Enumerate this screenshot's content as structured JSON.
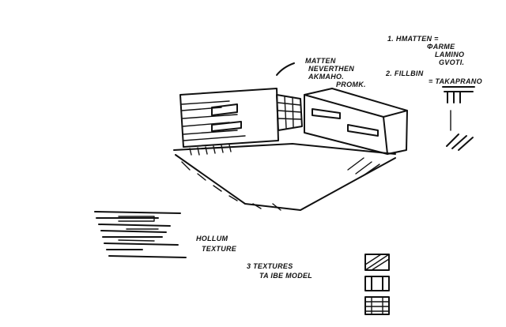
{
  "notes": {
    "note1_line1": "1. HMATTEN =",
    "note1_line2": "ΦARME",
    "note1_line3": "LAMINO",
    "note1_line4": "GVOTI.",
    "note2_line1": "2. FILLBIN",
    "note2_line2": "= TAKAPRANO",
    "callout_line1": "MATTEN",
    "callout_line2": "NEVERTHEN",
    "callout_line3": "AKMAHO.",
    "callout_line4": "PROMK.",
    "texture_line1": "HOLLUM",
    "texture_line2": "TEXTURE",
    "textures3_line1": "3 TEXTURES",
    "textures3_line2": "TA IBE MODEL"
  },
  "colors": {
    "ink": "#111111",
    "paper": "#ffffff"
  }
}
